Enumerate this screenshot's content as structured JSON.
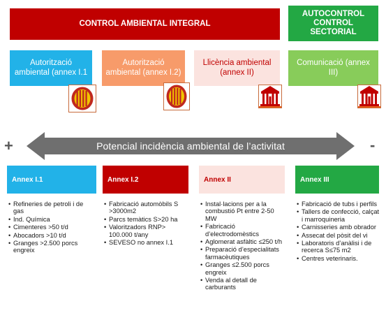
{
  "headers": {
    "integral": "CONTROL AMBIENTAL INTEGRAL",
    "sectorial": "AUTOCONTROL CONTROL SECTORIAL"
  },
  "regimes": [
    {
      "label": "Autorització ambiental (annex I.1",
      "icon": "catalan-seal-icon"
    },
    {
      "label": "Autorització ambiental (annex I.2)",
      "icon": "catalan-seal-icon"
    },
    {
      "label": "Llicència ambiental (annex II)",
      "icon": "town-hall-icon"
    },
    {
      "label": "Comunicació (annex III)",
      "icon": "town-hall-icon"
    }
  ],
  "arrow": {
    "label": "Potencial incidència ambiental de l’activitat",
    "plus": "+",
    "minus": "-"
  },
  "annexes": [
    {
      "title": "Annex I.1",
      "items": [
        "Refineries de petroli i de gas",
        "Ind. Química",
        "Cimenteres >50 t/d",
        "Abocadors >10 t/d",
        "Granges >2.500 porcs engreix"
      ]
    },
    {
      "title": "Annex I.2",
      "items": [
        "Fabricació automòbils S >3000m2",
        "Parcs temàtics S>20 ha",
        "Valoritzadors RNP> 100.000 t/any",
        "SEVESO no annex I.1"
      ]
    },
    {
      "title": "Annex II",
      "items": [
        "Instal·lacions per a la combustió Pt entre 2-50 MW",
        "Fabricació d’electrodomèstics",
        "Aglomerat asfàltic ≤250 t/h",
        "Preparació d’especialitats farmacèutiques",
        "Granges ≤2.500 porcs engreix",
        "Venda al detall de carburants"
      ]
    },
    {
      "title": "Annex III",
      "items": [
        "Fabricació de tubs i perfils",
        "Tallers de confecció, calçat i marroquineria",
        "Carnisseries amb obrador",
        "Assecat del pòsit del vi",
        "Laboratoris d’anàlisi i de recerca S≤75 m2",
        "Centres veterinaris."
      ]
    }
  ],
  "colors": {
    "dark_red": "#c00000",
    "green": "#23a844",
    "blue": "#22b2e8",
    "orange": "#f79b6a",
    "pink": "#fbe3df",
    "light_green": "#88cc5a",
    "arrow_gray": "#6f6f6f",
    "seal_red": "#c0281e",
    "seal_gold": "#f1c400"
  }
}
